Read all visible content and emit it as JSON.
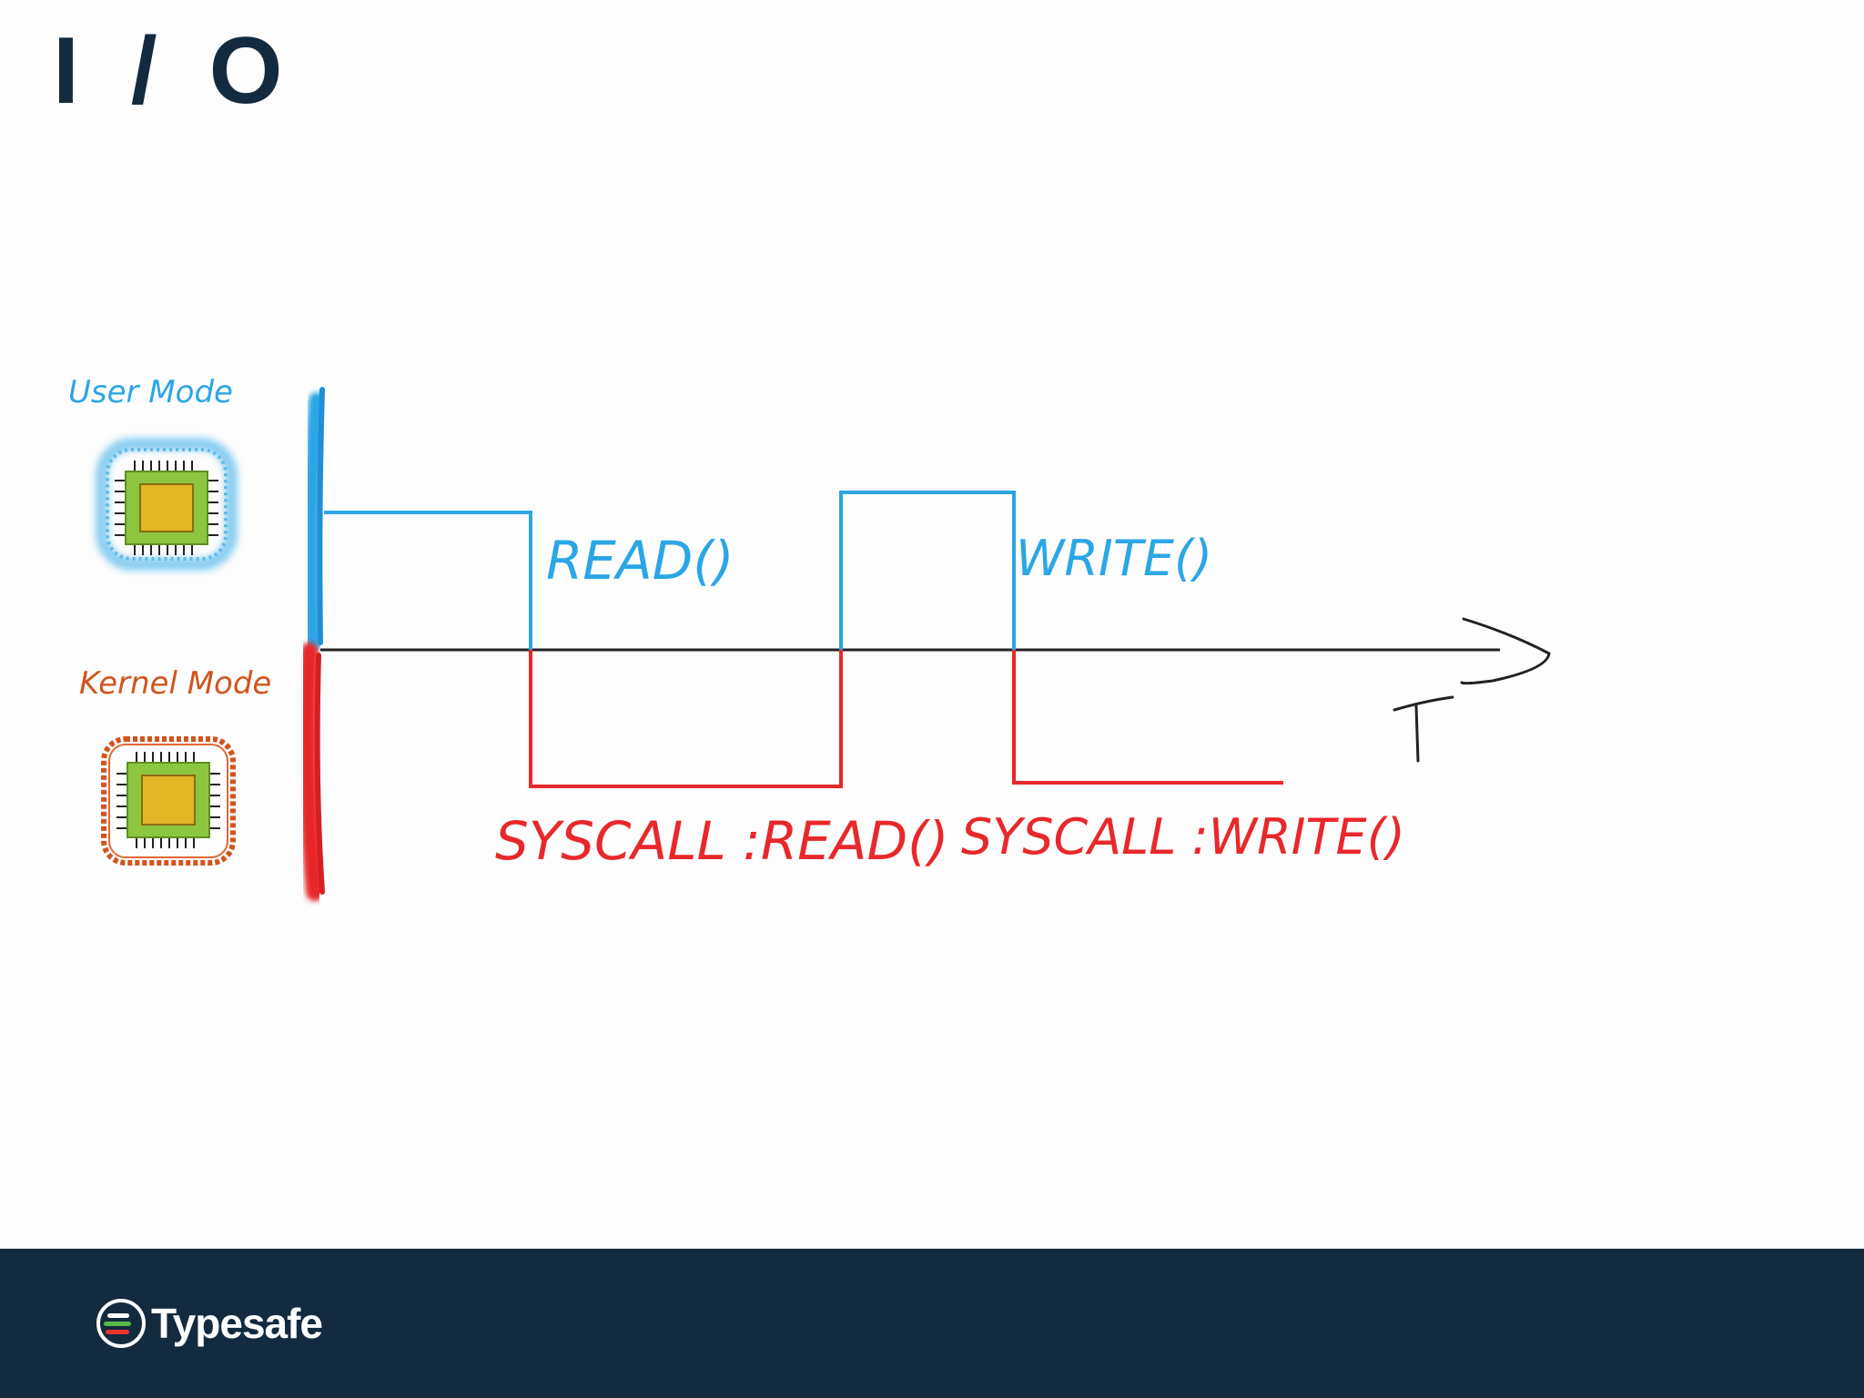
{
  "slide": {
    "title": "I / O"
  },
  "diagram": {
    "user_mode_label": "User Mode",
    "kernel_mode_label": "Kernel Mode",
    "read_call_label": "READ()",
    "write_call_label": "WRITE()",
    "syscall_read_label": "SYSCALL :READ()",
    "syscall_write_label": "SYSCALL :WRITE()",
    "time_axis_label": "T",
    "colors": {
      "user": "#2ba6e6",
      "kernel": "#e8282a",
      "kernel_outline": "#d2541e",
      "axis": "#222222",
      "chip_outer": "#8cc63e",
      "chip_inner": "#e3b628"
    }
  },
  "footer": {
    "brand_name": "Typesafe",
    "background": "#142a3f"
  }
}
